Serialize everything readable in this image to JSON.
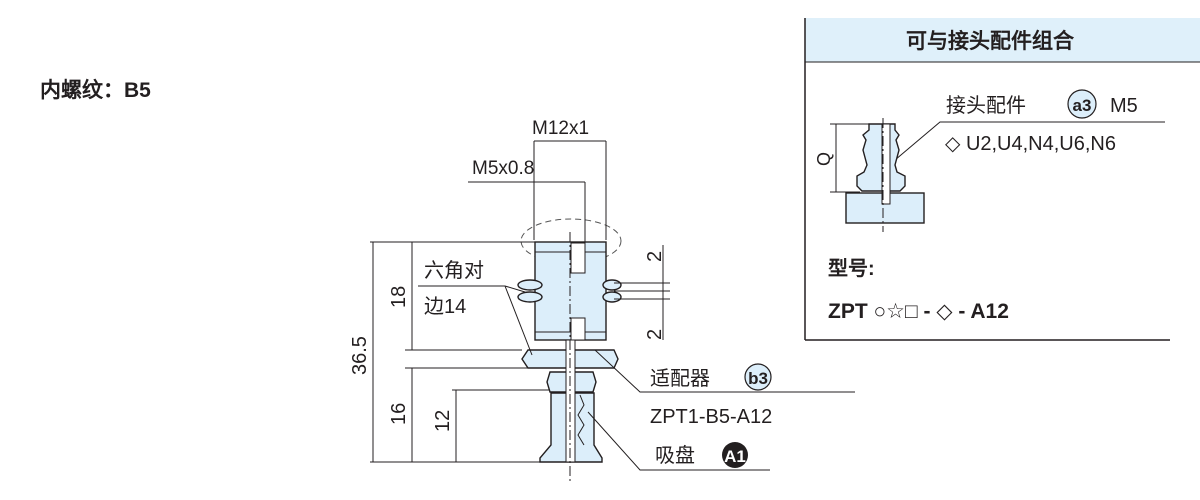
{
  "page_title": "内螺纹：B5",
  "colors": {
    "part_fill": "#dceefa",
    "header_fill": "#dff0fa",
    "ink": "#231f20"
  },
  "drawing": {
    "dims": {
      "thread_outer": "M12x1",
      "thread_inner": "M5x0.8",
      "overall": "36.5",
      "upper": "18",
      "lower": "16",
      "cup": "12",
      "nut_top": "2",
      "nut_bottom": "2"
    },
    "hex_label_line1": "六角对",
    "hex_label_line2": "边14",
    "adapter": {
      "label": "适配器",
      "badge": "b3",
      "model": "ZPT1-B5-A12"
    },
    "pad": {
      "label": "吸盘",
      "badge": "A1"
    }
  },
  "panel": {
    "title": "可与接头配件组合",
    "fitting_label": "接头配件",
    "fitting_badge": "a3",
    "fitting_thread": "M5",
    "fitting_options": "◇ U2,U4,N4,U6,N6",
    "dim_q": "Q",
    "model_heading": "型号:",
    "model_code": "ZPT ○☆□ - ◇ - A12"
  }
}
